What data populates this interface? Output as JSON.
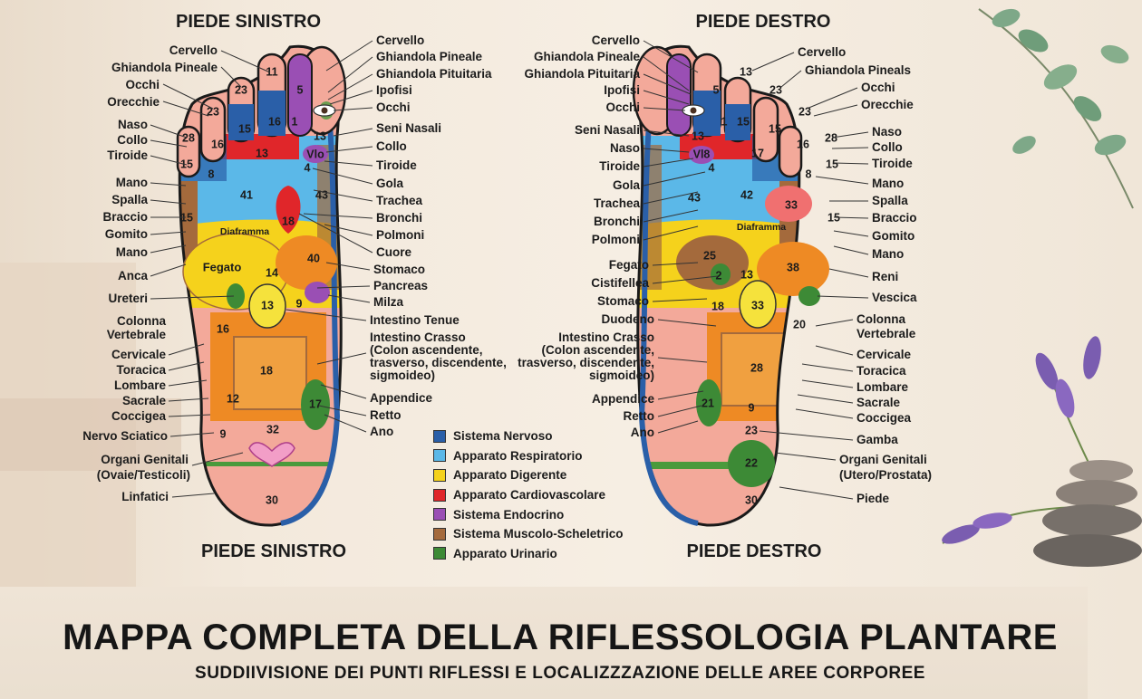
{
  "title": "MAPPA COMPLETA DELLA RIFLESSOLOGIA PLANTARE",
  "subtitle": "SUDDIIVISIONE DEI PUNTI RIFLESSI E LOCALIZZZAZIONE DELLE AREE CORPOREE",
  "left_foot": {
    "heading_top": "PIEDE SINISTRO",
    "heading_bottom": "PIEDE SINISTRO",
    "zone_names": {
      "diaframma": "Diaframma",
      "fegato": "Fegato"
    },
    "zone_numbers": [
      "11",
      "5",
      "1",
      "23",
      "23",
      "16",
      "15",
      "28",
      "16",
      "15",
      "13",
      "8",
      "41",
      "43",
      "18",
      "40",
      "14",
      "13",
      "9",
      "16",
      "18",
      "12",
      "17",
      "32",
      "9",
      "30",
      "15",
      "4",
      "13",
      "Vlo"
    ],
    "labels_right": [
      "Cervello",
      "Ghiandola Pineale",
      "Ghiandola Pituitaria",
      "Ipofisi",
      "Occhi",
      "Seni Nasali",
      "Collo",
      "Tiroide",
      "Gola",
      "Trachea",
      "Bronchi",
      "Polmoni",
      "Cuore",
      "Stomaco",
      "Pancreas",
      "Milza",
      "Intestino Tenue",
      "Intestino Crasso",
      "(Colon ascendente,",
      "trasverso, discendente,",
      "sigmoideo)",
      "Appendice",
      "Retto",
      "Ano"
    ],
    "labels_left": [
      "Cervello",
      "Ghiandola Pineale",
      "Occhi",
      "Orecchie",
      "Naso",
      "Collo",
      "Tiroide",
      "Mano",
      "Spalla",
      "Braccio",
      "Gomito",
      "Mano",
      "Anca",
      "Ureteri",
      "Colonna",
      "Vertebrale",
      "Cervicale",
      "Toracica",
      "Lombare",
      "Sacrale",
      "Coccigea",
      "Nervo Sciatico",
      "Organi Genitali",
      "(Ovaie/Testicoli)",
      "Linfatici"
    ]
  },
  "right_foot": {
    "heading_top": "PIEDE DESTRO",
    "heading_bottom": "PIEDE DESTRO",
    "zone_names": {
      "diaframma": "Diaframma"
    },
    "zone_numbers": [
      "13",
      "23",
      "23",
      "15",
      "15",
      "16",
      "28",
      "15",
      "1",
      "5",
      "13",
      "17",
      "8",
      "42",
      "43",
      "33",
      "25",
      "2",
      "13",
      "38",
      "33",
      "18",
      "20",
      "28",
      "9",
      "21",
      "23",
      "22",
      "30",
      "15",
      "4",
      "Vl8"
    ],
    "labels_left": [
      "Cervello",
      "Ghiandola Pineale",
      "Ghiandola Pituitaria",
      "Ipofisi",
      "Occhi",
      "Seni Nasali",
      "Naso",
      "Tiroide",
      "Gola",
      "Trachea",
      "Bronchi",
      "Polmoni",
      "Fegato",
      "Cistifellea",
      "Stomaco",
      "Duodeno",
      "Intestino Crasso",
      "(Colon ascendente,",
      "trasverso, discendente,",
      "sigmoideo)",
      "Appendice",
      "Retto",
      "Ano"
    ],
    "labels_right": [
      "Cervello",
      "Ghiandola Pineals",
      "Occhi",
      "Orecchie",
      "Naso",
      "Collo",
      "Tiroide",
      "Mano",
      "Spalla",
      "Braccio",
      "Gomito",
      "Mano",
      "Reni",
      "Vescica",
      "Colonna",
      "Vertebrale",
      "Cervicale",
      "Toracica",
      "Lombare",
      "Sacrale",
      "Coccigea",
      "Gamba",
      "Organi Genitali",
      "(Utero/Prostata)",
      "Piede"
    ]
  },
  "legend": [
    {
      "label": "Sistema Nervoso",
      "color": "#2a5fa8"
    },
    {
      "label": "Apparato Respiratorio",
      "color": "#5bb8e8"
    },
    {
      "label": "Apparato Digerente",
      "color": "#f5d21c"
    },
    {
      "label": "Apparato Cardiovascolare",
      "color": "#e0262a"
    },
    {
      "label": "Sistema Endocrino",
      "color": "#9a4fb4"
    },
    {
      "label": "Sistema Muscolo-Scheletrico",
      "color": "#a46a3c"
    },
    {
      "label": "Apparato Urinario",
      "color": "#3d8a36"
    }
  ],
  "colors": {
    "skin": "#f3a99a",
    "orange": "#ee8a24",
    "green": "#4a9a3c",
    "blue_outline": "#2a5fa8"
  },
  "icons": [
    "eye-icon",
    "heart-icon",
    "uterus-icon",
    "lavender-icon",
    "eucalyptus-icon",
    "stones-icon"
  ]
}
